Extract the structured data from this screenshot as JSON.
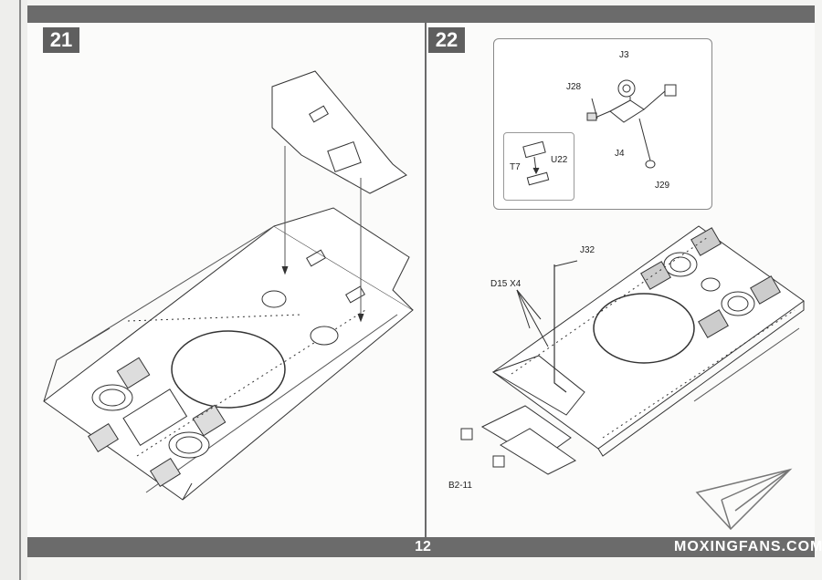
{
  "steps": [
    {
      "number": "21"
    },
    {
      "number": "22"
    }
  ],
  "step22": {
    "inset_labels": {
      "j3": "J3",
      "j28": "J28",
      "j4": "J4",
      "j29": "J29",
      "t7": "T7",
      "u22": "U22"
    },
    "part_labels": {
      "j32": "J32",
      "d15": "D15 X4",
      "b2_11": "B2-11"
    }
  },
  "footer": {
    "page_number": "12",
    "watermark": "MOXINGFANS.COM"
  },
  "colors": {
    "bar": "#6b6b6b",
    "badge": "#5f5f5f",
    "line": "#333333"
  }
}
